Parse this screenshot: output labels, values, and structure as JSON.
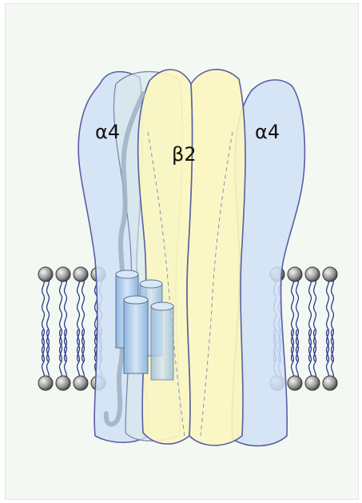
{
  "diagram": {
    "labels": {
      "subunit_left": "α4",
      "subunit_center": "β2",
      "subunit_right": "α4"
    },
    "colors": {
      "background": "#f4f8f3",
      "alpha_fill": "#cfe2f6",
      "beta_fill": "#fbf6bf",
      "outline": "#5a5ea3",
      "lipid_head": "#7a7a7a",
      "lipid_tail": "#2a3a8a",
      "helix_fill": "#aac9e6"
    }
  }
}
